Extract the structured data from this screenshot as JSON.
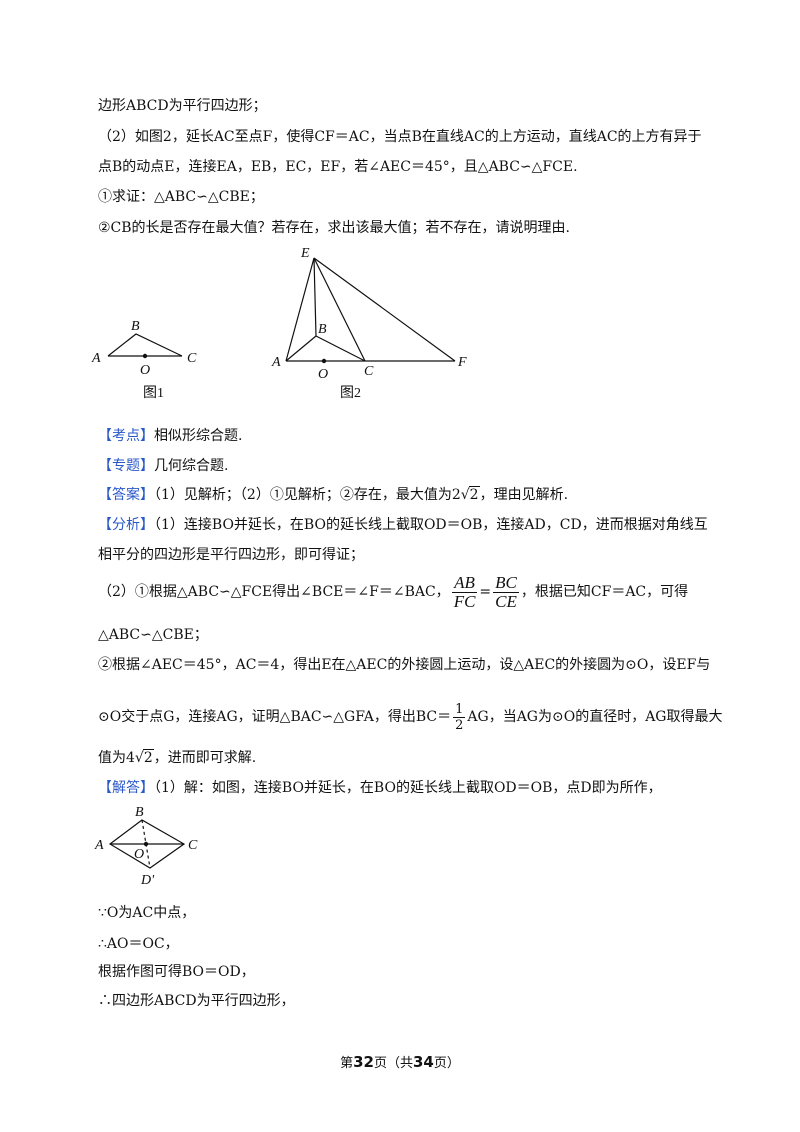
{
  "problem": {
    "line1": "边形ABCD为平行四边形；",
    "line2": "（2）如图2，延长AC至点F，使得CF＝AC，当点B在直线AC的上方运动，直线AC的上方有异于",
    "line3": "点B的动点E，连接EA，EB，EC，EF，若∠AEC＝45°，且△ABC∽△FCE.",
    "q1": "①求证：△ABC∽△CBE；",
    "q2": "②CB的长是否存在最大值？若存在，求出该最大值；若不存在，请说明理由."
  },
  "figures": {
    "fig1": {
      "caption": "图1",
      "A": "A",
      "B": "B",
      "C": "C",
      "O": "O"
    },
    "fig2": {
      "caption": "图2",
      "A": "A",
      "B": "B",
      "C": "C",
      "O": "O",
      "E": "E",
      "F": "F"
    },
    "fig3": {
      "A": "A",
      "B": "B",
      "C": "C",
      "O": "O",
      "D": "D'"
    }
  },
  "kaodian": {
    "tag": "【考点】",
    "text": "相似形综合题."
  },
  "zhuanti": {
    "tag": "【专题】",
    "text": "几何综合题."
  },
  "answer": {
    "tag": "【答案】",
    "text_a": "（1）见解析；（2）①见解析；②存在，最大值为",
    "coef": "2",
    "rad": "2",
    "text_b": "，理由见解析."
  },
  "analysis": {
    "tag": "【分析】",
    "l1": "（1）连接BO并延长，在BO的延长线上截取OD＝OB，连接AD，CD，进而根据对角线互",
    "l2": "相平分的四边形是平行四边形，即可得证；",
    "l3a": "（2）①根据△ABC∽△FCE得出∠BCE＝∠F＝∠BAC，",
    "frac1_num": "AB",
    "frac1_den": "FC",
    "eq": "=",
    "frac2_num": "BC",
    "frac2_den": "CE",
    "l3b": "，根据已知CF＝AC，可得",
    "l4": "△ABC∽△CBE；",
    "l5": "②根据∠AEC＝45°，AC＝4，得出E在△AEC的外接圆上运动，设△AEC的外接圆为⊙O，设EF与",
    "l6a": "⊙O交于点G，连接AG，证明△BAC∽△GFA，得出BC＝",
    "half_num": "1",
    "half_den": "2",
    "l6b": "AG，当AG为⊙O的直径时，AG取得最大",
    "l7a": "值为4",
    "l7rad": "2",
    "l7b": "，进而即可求解."
  },
  "solution": {
    "tag": "【解答】",
    "l1": "（1）解：如图，连接BO并延长，在BO的延长线上截取OD＝OB，点D即为所作，",
    "s1": "∵O为AC中点，",
    "s2": "∴AO＝OC，",
    "s3": "根据作图可得BO＝OD，",
    "s4": "∴四边形ABCD为平行四边形，"
  },
  "footer": {
    "pre": "第",
    "page": "32",
    "mid": "页（共",
    "total": "34",
    "post": "页）"
  }
}
